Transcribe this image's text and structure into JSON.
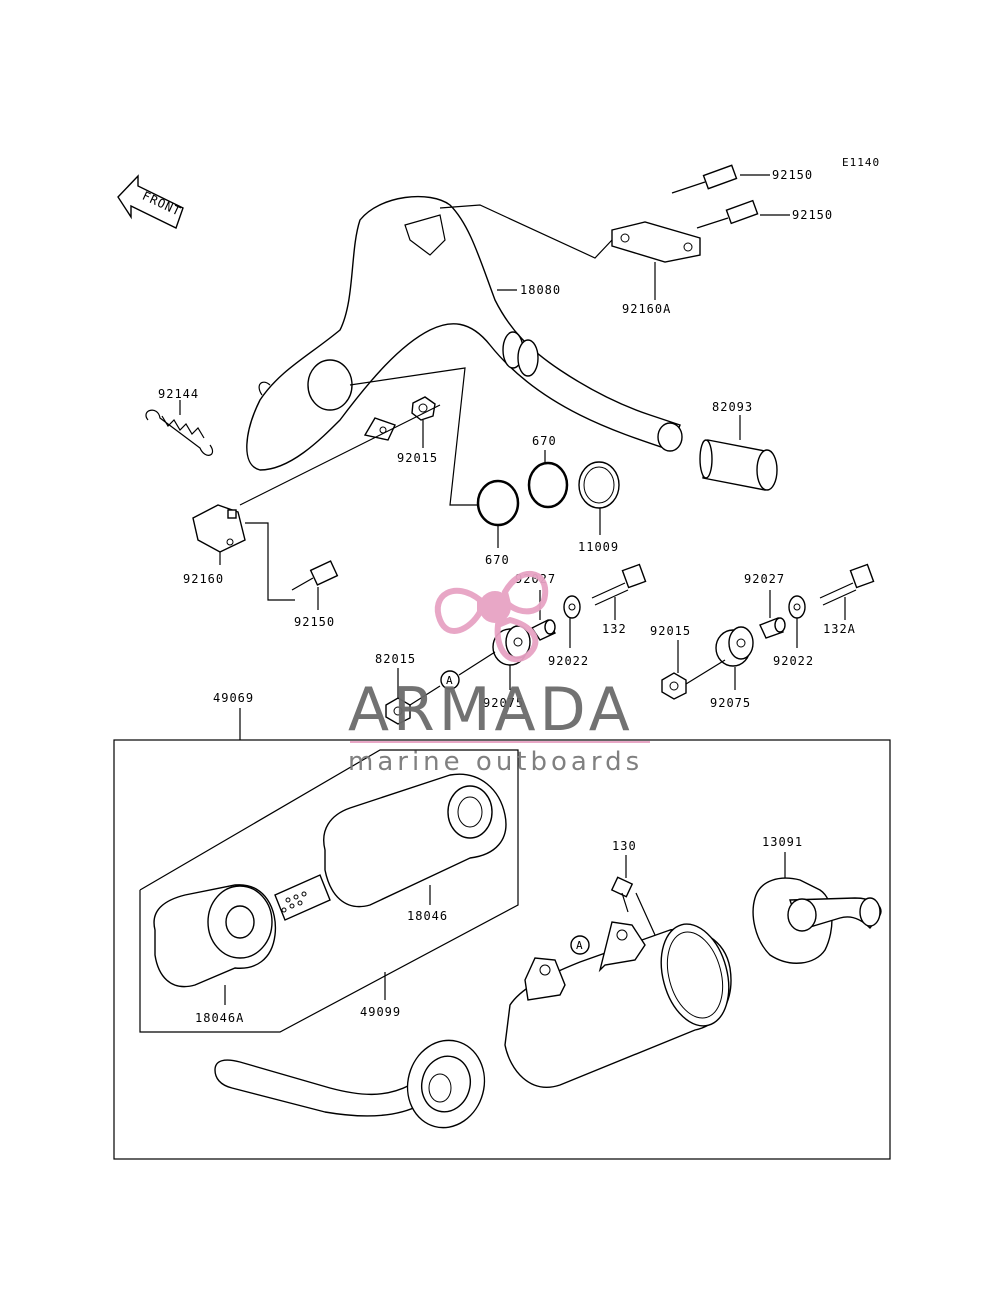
{
  "diagram_code": "E1140",
  "front_arrow_label": "FRONT",
  "parts": {
    "p92150_top": "92150",
    "p92150_mid": "92150",
    "p92160A": "92160A",
    "p18080": "18080",
    "p92144": "92144",
    "p92015_upper": "92015",
    "p82093": "82093",
    "p670_top": "670",
    "p670_bottom": "670",
    "p11009": "11009",
    "p92160": "92160",
    "p92150_left": "92150",
    "p92027_left": "92027",
    "p132": "132",
    "p92027_right": "92027",
    "p132A": "132A",
    "p92022_left": "92022",
    "p92015_right": "92015",
    "p92022_right": "92022",
    "p82015": "82015",
    "pA_left": "A",
    "p92075_left": "92075",
    "p92075_right": "92075",
    "p49069": "49069",
    "p18046": "18046",
    "p18046A": "18046A",
    "p49099": "49099",
    "p130": "130",
    "p13091": "13091",
    "pA_right": "A"
  },
  "watermark": {
    "brand": "ARMADA",
    "tagline": "marine outboards",
    "accent_color": "#e7a3c4",
    "text_color": "#6b6b6b"
  }
}
